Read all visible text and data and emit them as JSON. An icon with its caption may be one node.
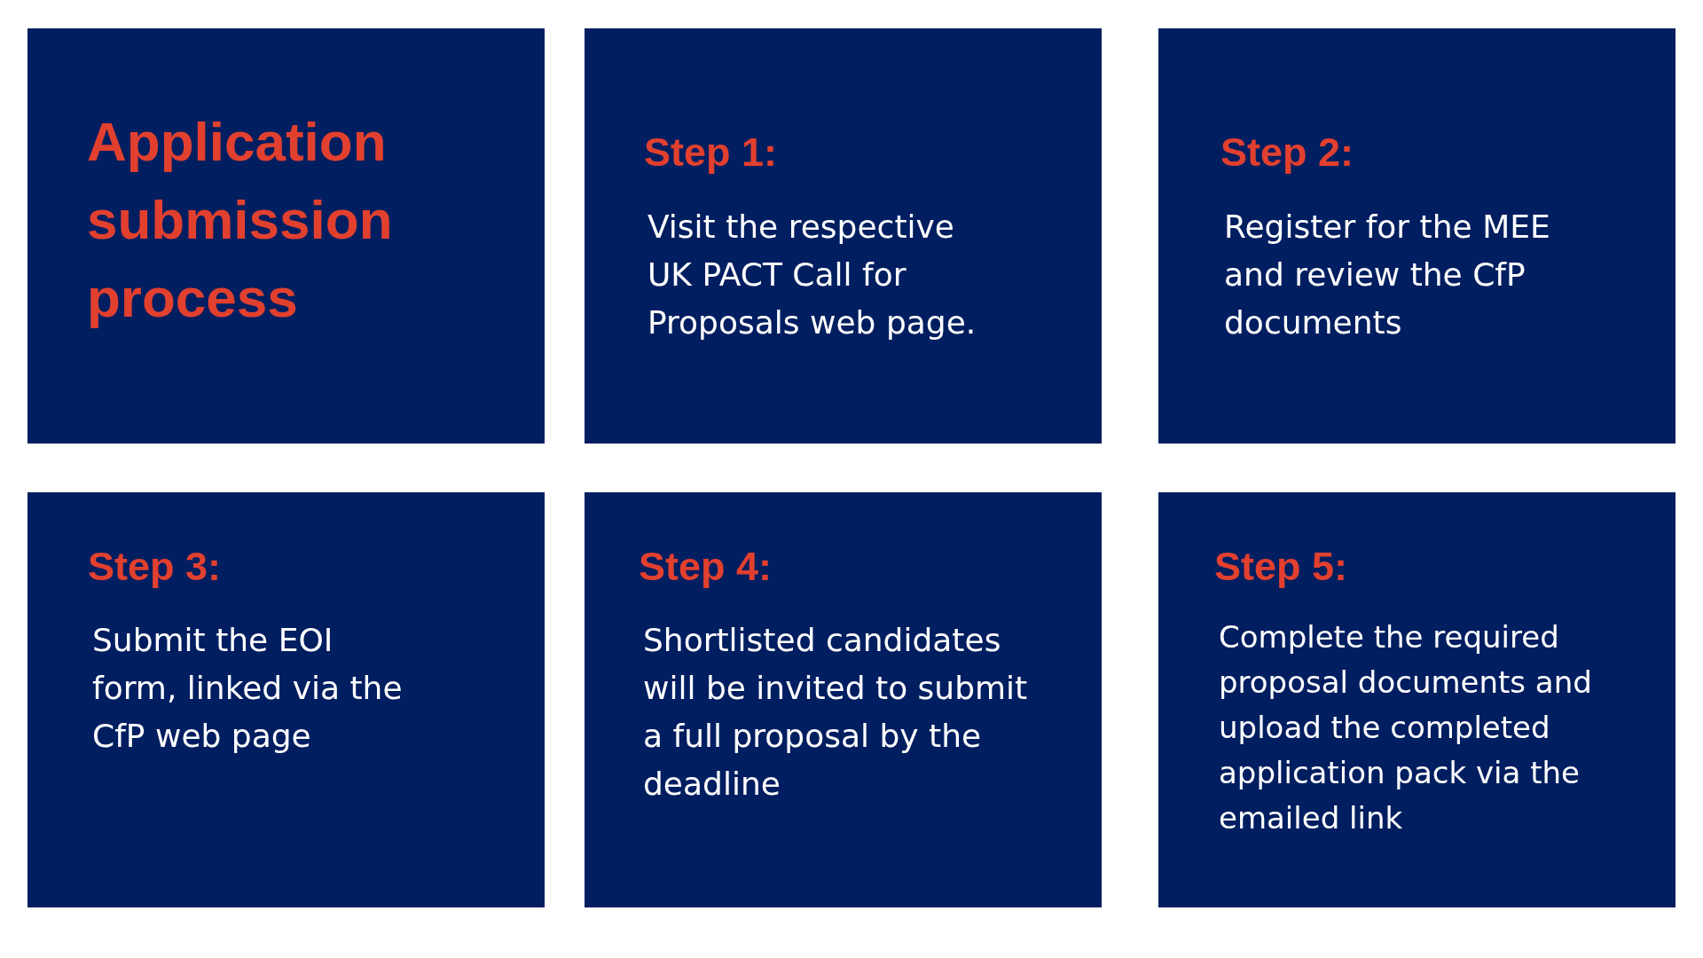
{
  "diagram": {
    "nodes": [
      {
        "text": [
          "Application submission process"
        ]
      },
      {
        "text": [
          "Step 1:",
          "Visit the respective UK PACT Call for Proposals web page."
        ]
      },
      {
        "text": [
          "Step 2:",
          "Register for the MEE and review the CfP documents"
        ]
      },
      {
        "text": [
          "Step 3:",
          "Submit the EOI form, linked via the CfP web page"
        ]
      },
      {
        "text": [
          "Step 4:",
          "Shortlisted candidates will be invited to submit a full proposal by the deadline"
        ]
      },
      {
        "text": [
          "Step 5:",
          "Complete the required proposal documents and upload the completed application pack via the emailed link"
        ]
      }
    ]
  }
}
